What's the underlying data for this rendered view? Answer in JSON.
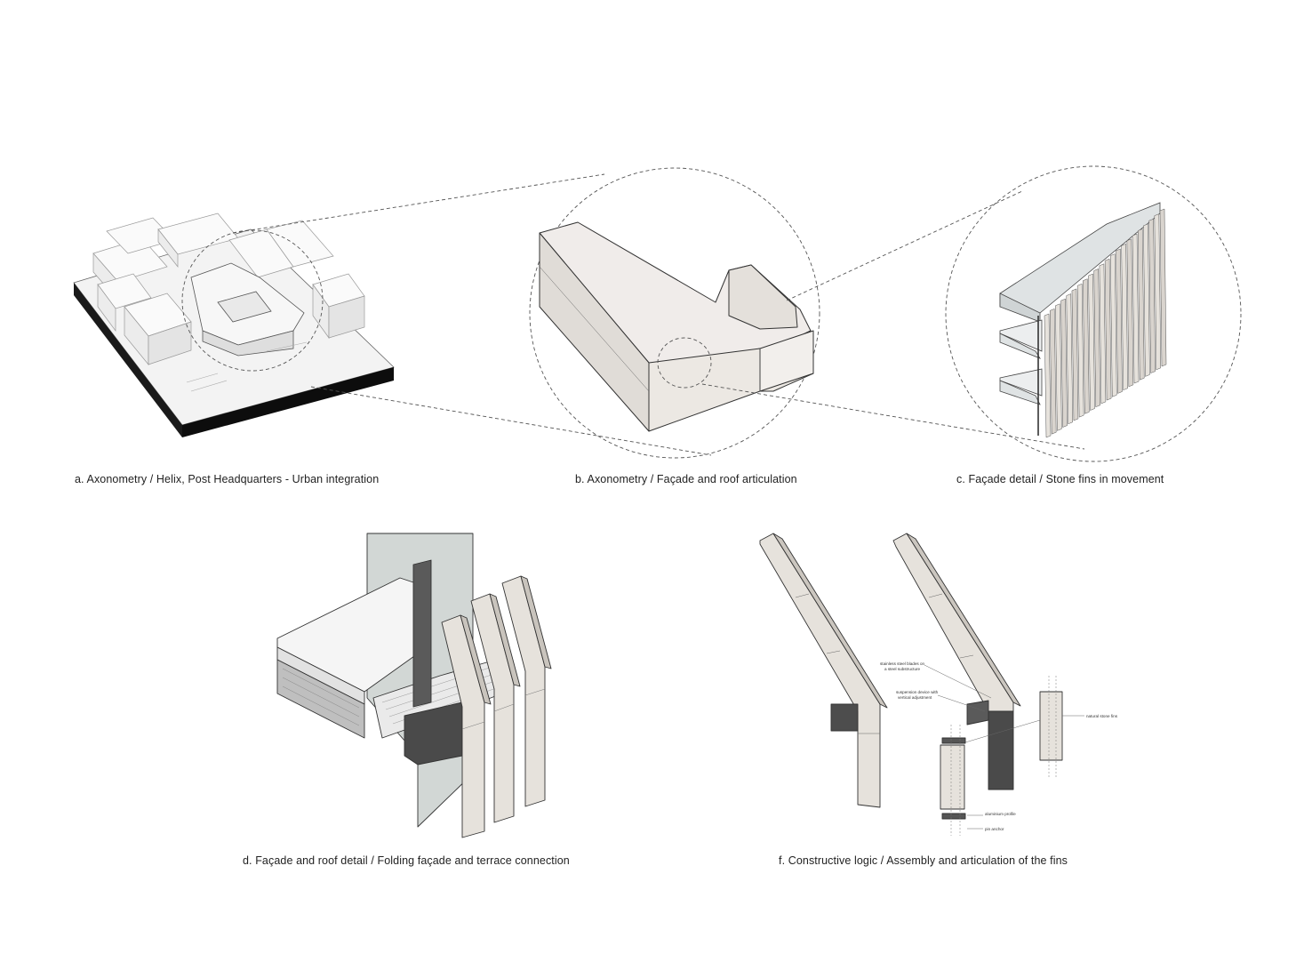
{
  "captions": {
    "a": "a. Axonometry / Helix, Post Headquarters - Urban integration",
    "b": "b. Axonometry / Façade and roof articulation",
    "c": "c. Façade detail / Stone fins in movement",
    "d": "d. Façade and roof detail / Folding façade and terrace connection",
    "f": "f. Constructive logic / Assembly and articulation of the fins"
  },
  "annotations": {
    "blades_line1": "stainless steel blades on",
    "blades_line2": "a steel substructure",
    "suspension_line1": "suspension device with",
    "suspension_line2": "vertical adjustment",
    "stone": "natural stone fins",
    "aluminium": "aluminium profile",
    "pin": "pin anchor"
  },
  "colors": {
    "stone": "#e8e4df",
    "stone_shadow": "#d6d1cb",
    "glass": "#c9cfcd",
    "steel": "#4a4a4a",
    "plinth": "#111111",
    "ground": "#f1f1f1"
  }
}
